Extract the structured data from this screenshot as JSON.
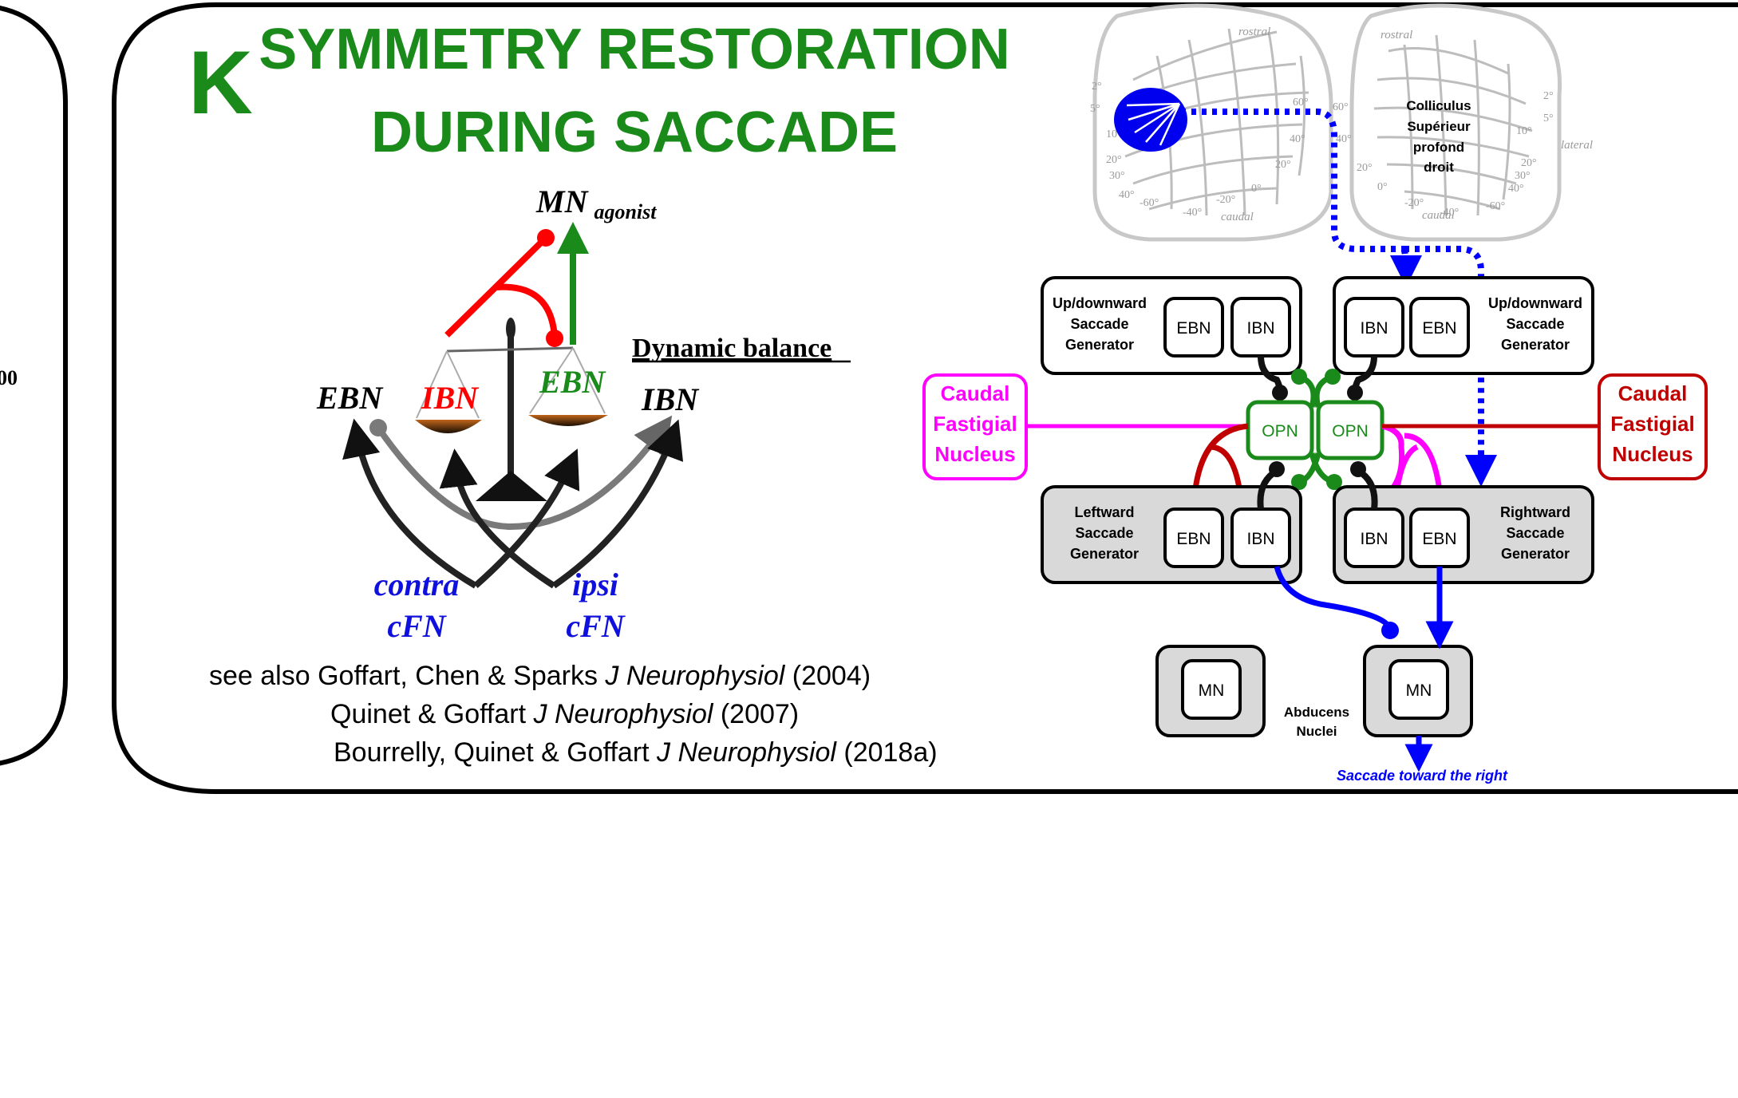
{
  "panel": {
    "letter": "K",
    "title_line1": "SYMMETRY RESTORATION",
    "title_line2": "DURING SACCADE",
    "left_edge_fragment": "00"
  },
  "balance": {
    "mn": "MN",
    "mn_sub": "agonist",
    "dynamic_balance": "Dynamic balance",
    "ebn_left": "EBN",
    "ibn_red": "IBN",
    "ebn_green": "EBN",
    "ibn_right": "IBN",
    "contra": "contra",
    "contra_cfn": "cFN",
    "ipsi": "ipsi",
    "ipsi_cfn": "cFN",
    "colors": {
      "red": "#ff0000",
      "green": "#1a8a1a",
      "blue": "#1010dd"
    }
  },
  "references": {
    "line1_pre": "see also Goffart, Chen & Sparks ",
    "line1_journal": "J Neurophysiol",
    "line1_post": " (2004)",
    "line2_pre": "Quinet & Goffart ",
    "line2_journal": "J Neurophysiol",
    "line2_post": " (2007)",
    "line3_pre": "Bourrelly, Quinet & Goffart ",
    "line3_journal": "J Neurophysiol",
    "line3_post": " (2018a)"
  },
  "colliculus": {
    "rostral_left": "rostral",
    "rostral_right": "rostral",
    "caudal_left": "caudal",
    "caudal_right": "caudal",
    "lateral": "lateral",
    "label_line1": "Colliculus",
    "label_line2": "Supérieur",
    "label_line3": "profond",
    "label_line4": "droit",
    "ticks": {
      "l_2": "2°",
      "l_5": "5°",
      "l_10": "10°",
      "l_20": "20°",
      "l_30": "30°",
      "l_40": "40°",
      "l_m60": "-60°",
      "l_m40": "-40°",
      "l_m20": "-20°",
      "l_0": "0°",
      "l_20b": "20°",
      "l_40b": "40°",
      "l_60": "60°",
      "r_60": "60°",
      "r_40": "40°",
      "r_20": "20°",
      "r_0": "0°",
      "r_m20": "-20°",
      "r_m40": "-40°",
      "r_m60": "-60°",
      "r_2": "2°",
      "r_5": "5°",
      "r_10": "10°",
      "r_20b": "20°",
      "r_30": "30°",
      "r_40b": "40°"
    }
  },
  "circuit": {
    "updown_left": [
      "Up/downward",
      "Saccade",
      "Generator"
    ],
    "updown_right": [
      "Up/downward",
      "Saccade",
      "Generator"
    ],
    "leftward": [
      "Leftward",
      "Saccade",
      "Generator"
    ],
    "rightward": [
      "Rightward",
      "Saccade",
      "Generator"
    ],
    "ebn": "EBN",
    "ibn": "IBN",
    "opn": "OPN",
    "mn": "MN",
    "cfn_left": [
      "Caudal",
      "Fastigial",
      "Nucleus"
    ],
    "cfn_right": [
      "Caudal",
      "Fastigial",
      "Nucleus"
    ],
    "abducens": [
      "Abducens",
      "Nuclei"
    ],
    "saccade_caption": "Saccade toward the right",
    "colors": {
      "magenta": "#ff00ff",
      "darkred": "#c00000",
      "green": "#1a8a1a",
      "blue": "#0000ff",
      "grey_fill": "#d9d9d9"
    }
  }
}
